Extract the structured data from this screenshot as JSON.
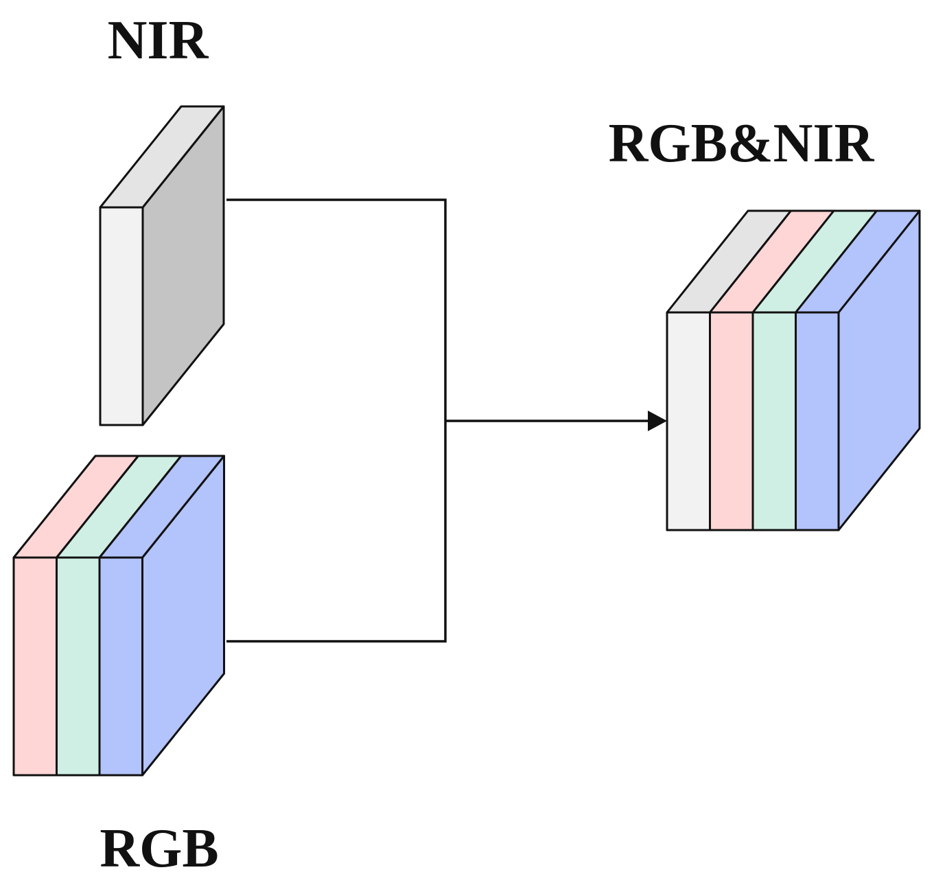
{
  "labels": {
    "nir": "NIR",
    "rgb": "RGB",
    "fused": "RGB&NIR"
  },
  "colors": {
    "nir_front": "#f2f2f2",
    "nir_top": "#e4e4e4",
    "nir_side": "#c4c4c4",
    "red": "#ffd6d6",
    "green": "#cfefe4",
    "blue": "#b3c3fb",
    "line": "#111111"
  },
  "blocks": {
    "nir": {
      "channels": [
        "nir"
      ]
    },
    "rgb": {
      "channels": [
        "red",
        "green",
        "blue"
      ]
    },
    "fused": {
      "channels": [
        "nir",
        "red",
        "green",
        "blue"
      ]
    }
  }
}
